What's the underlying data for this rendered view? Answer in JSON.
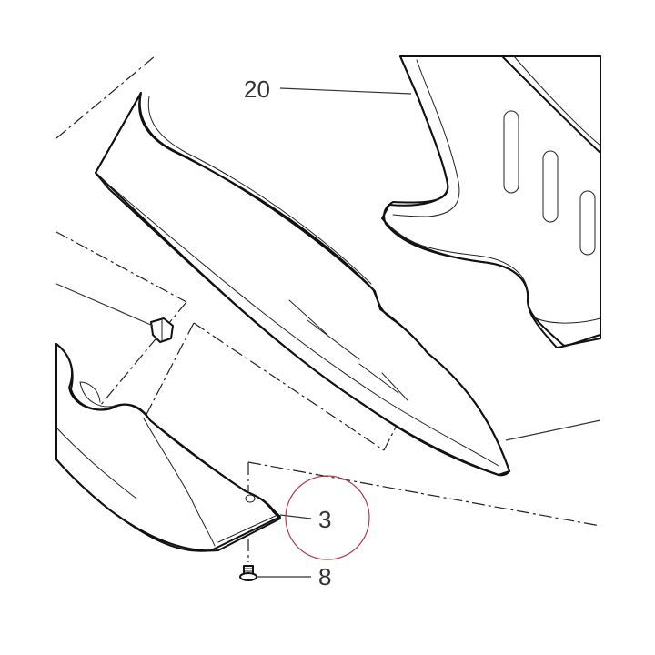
{
  "callouts": [
    {
      "id": "20",
      "label": "20"
    },
    {
      "id": "3",
      "label": "3"
    },
    {
      "id": "8",
      "label": "8"
    }
  ],
  "highlight": {
    "target": "3",
    "color": "#b03a48"
  }
}
